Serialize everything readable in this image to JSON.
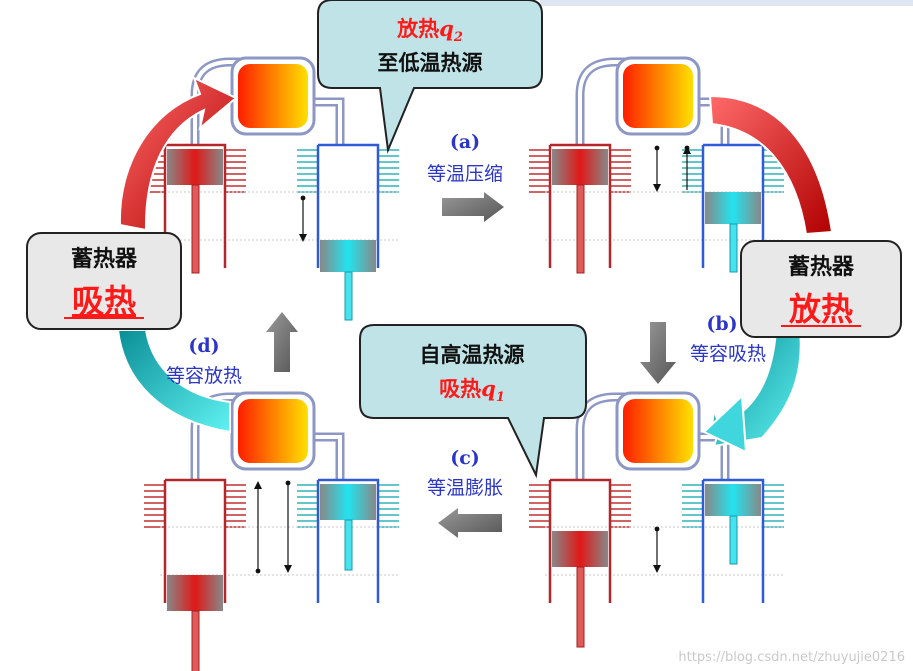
{
  "bubbles": {
    "top": {
      "line1": "放热",
      "q_symbol": "q",
      "q_sub": "2",
      "line2": "至低温热源"
    },
    "middle": {
      "line1": "自高温热源",
      "line2": "吸热",
      "q_symbol": "q",
      "q_sub": "1"
    }
  },
  "regenerator_left": {
    "title": "蓄热器",
    "action": "吸热"
  },
  "regenerator_right": {
    "title": "蓄热器",
    "action": "放热"
  },
  "steps": {
    "a": {
      "letter": "(a)",
      "label": "等温压缩"
    },
    "b": {
      "letter": "(b)",
      "label": "等容吸热"
    },
    "c": {
      "letter": "(c)",
      "label": "等温膨胀"
    },
    "d": {
      "letter": "(d)",
      "label": "等容放热"
    }
  },
  "watermark": "https://blog.csdn.net/zhuyujie0216",
  "colors": {
    "hot_cylinder": "#b3262a",
    "cold_cylinder": "#2f5bd6",
    "pipe": "#8d97c5",
    "bubble_fill": "#bfe3e6",
    "label_blue": "#2b36c8",
    "label_red": "#ff1a1a",
    "red_arrow": "#d01010",
    "teal_arrow": "#12a3a8",
    "gray_arrow": "#6e6e6e"
  }
}
